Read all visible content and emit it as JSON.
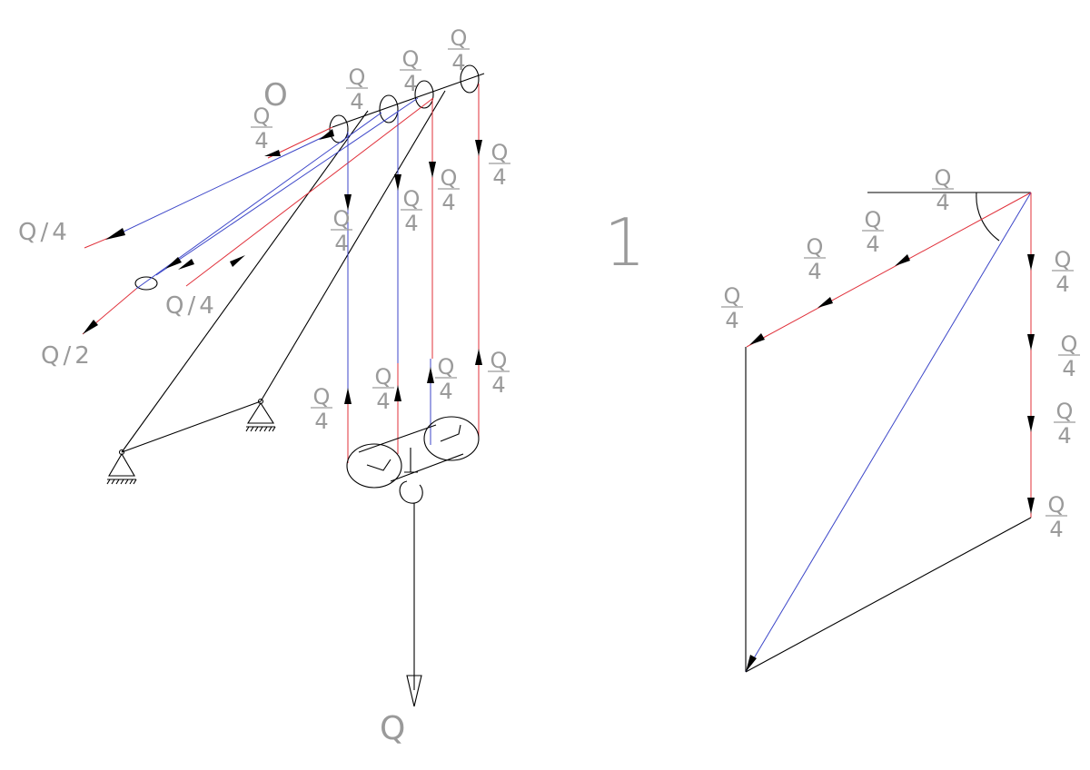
{
  "diagram": {
    "left_labels": {
      "node_o": "O",
      "q4": "Q/4",
      "q2": "Q/2",
      "q4b": "Q/4",
      "load": "Q"
    },
    "center_label": "1",
    "fraction": {
      "numerator": "Q",
      "denominator": "4"
    },
    "colors": {
      "structure": "#000000",
      "rope_red": "#e0303a",
      "rope_blue": "#3c46c8",
      "label_gray": "#9a9a9a"
    }
  }
}
